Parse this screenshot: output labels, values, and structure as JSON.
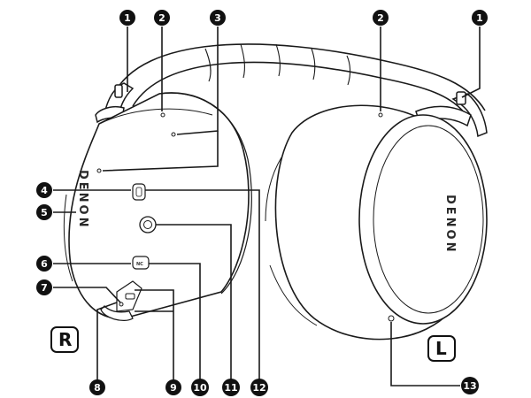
{
  "diagram": {
    "brand_right_cup": "DENON",
    "brand_left_cup": "DENON",
    "side_labels": {
      "right": "R",
      "left": "L"
    },
    "control_labels": {
      "nc": "NC"
    },
    "callouts": [
      "1",
      "2",
      "3",
      "4",
      "5",
      "6",
      "7",
      "8",
      "9",
      "10",
      "11",
      "12",
      "13"
    ],
    "colors": {
      "outline": "#1a1a1a",
      "callout_fill": "#111111",
      "callout_text": "#ffffff"
    }
  }
}
